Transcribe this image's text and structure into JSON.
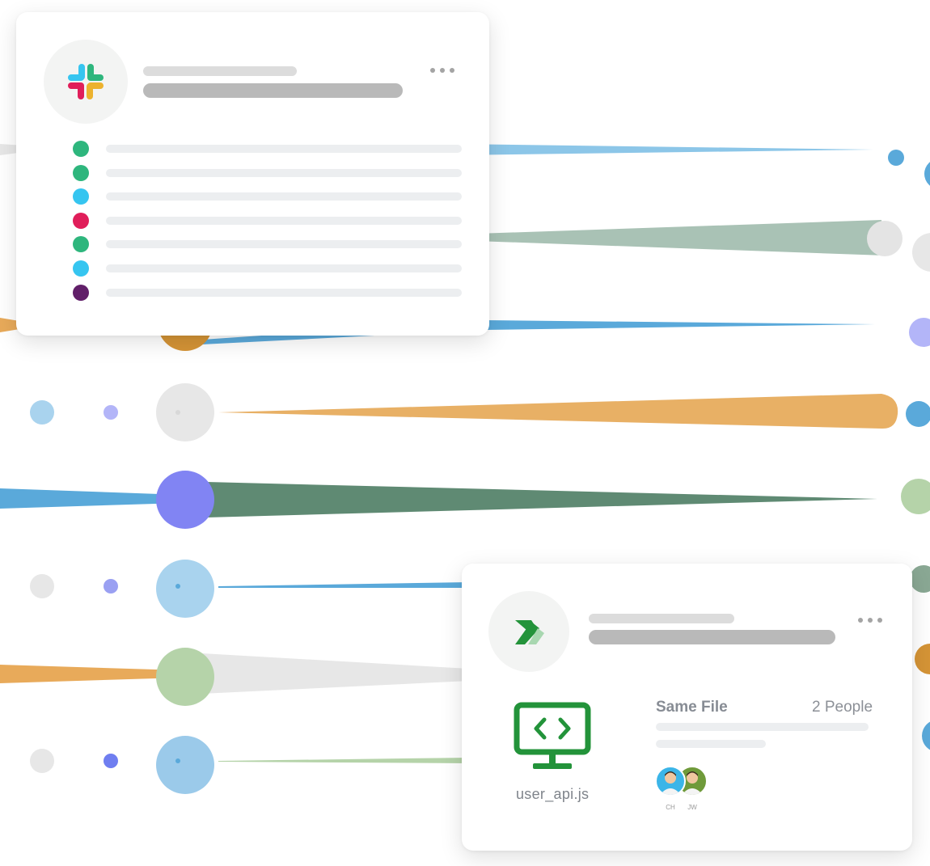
{
  "colors": {
    "blue": "#5aa9da",
    "light_blue": "#a9d3ee",
    "sage": "#a9c2b5",
    "orange": "#e8aa5a",
    "dark_orange": "#d59436",
    "purple": "#8184f3",
    "lavender": "#b3b5f8",
    "dark_green": "#5f8a73",
    "pale_green": "#b5d3a9",
    "gray": "#e7e7e7",
    "slack_green": "#2eb67d",
    "slack_blue": "#36c5f0",
    "slack_red": "#e01e5a",
    "slack_purple": "#611f69",
    "code_green": "#23933a"
  },
  "slack_card": {
    "logo": "slack-icon",
    "menu_icon": "more-horizontal-icon",
    "row_colors": [
      "#2eb67d",
      "#2eb67d",
      "#36c5f0",
      "#e01e5a",
      "#2eb67d",
      "#36c5f0",
      "#611f69"
    ]
  },
  "file_card": {
    "logo": "brand-chevron-icon",
    "menu_icon": "more-horizontal-icon",
    "file_icon": "monitor-code-icon",
    "file_name": "user_api.js",
    "title": "Same File",
    "count": "2 People",
    "avatars": [
      {
        "initials": "CH",
        "bg": "#3bb5e8"
      },
      {
        "initials": "JW",
        "bg": "#6f9a3a"
      }
    ]
  }
}
